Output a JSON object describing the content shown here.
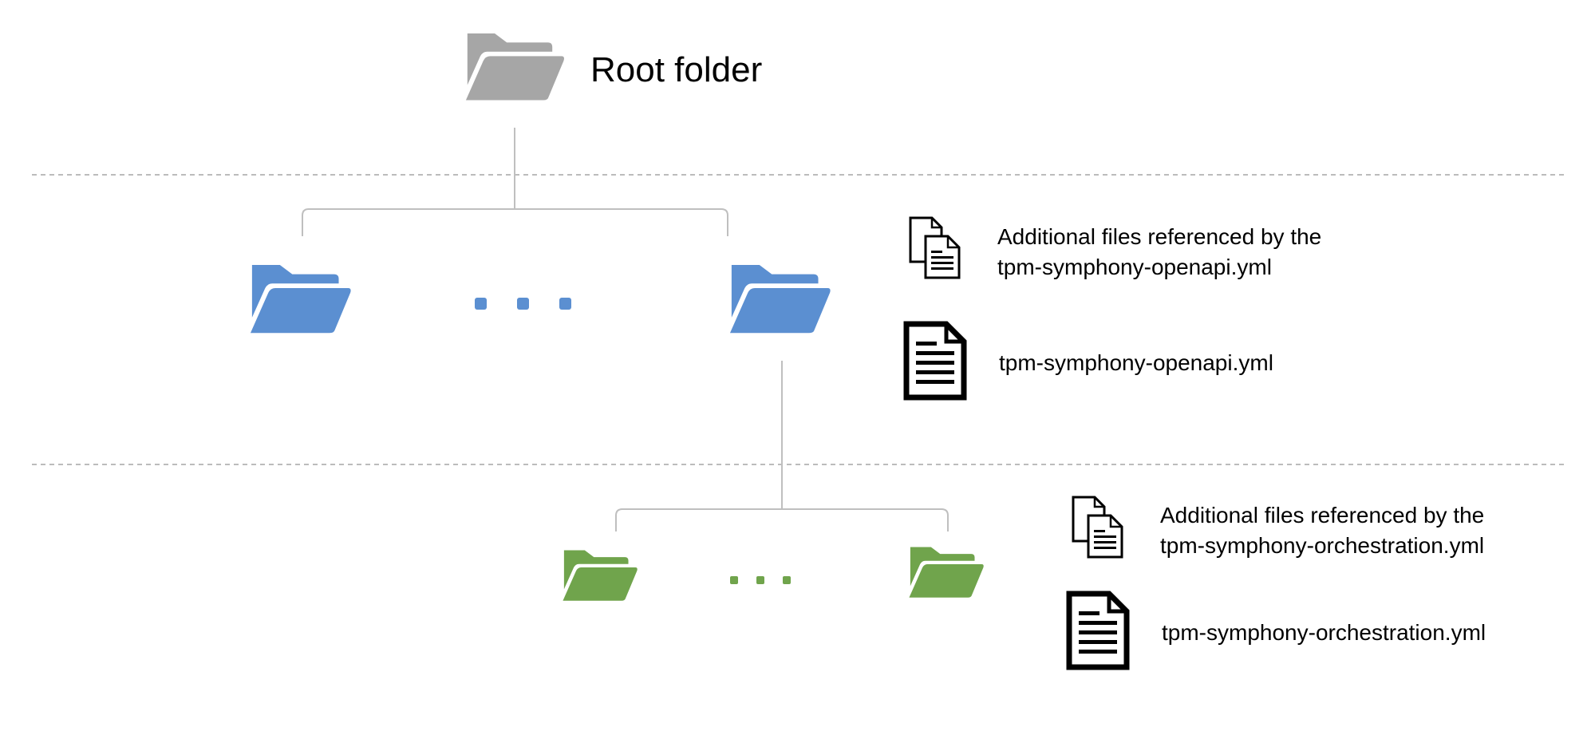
{
  "root": {
    "label": "Root folder",
    "icon": "folder-open-icon",
    "color": "#a6a6a6"
  },
  "levels": [
    {
      "name": "level-1",
      "folder_color": "#5b8fd1",
      "folder_icon": "folder-open-icon",
      "ellipsis": "...",
      "files": [
        {
          "icon": "documents-icon",
          "text_lines": [
            "Additional files referenced by the",
            "tpm-symphony-openapi.yml"
          ]
        },
        {
          "icon": "document-icon",
          "text_lines": [
            "tpm-symphony-openapi.yml"
          ]
        }
      ]
    },
    {
      "name": "level-2",
      "folder_color": "#70a44c",
      "folder_icon": "folder-open-icon",
      "ellipsis": "...",
      "files": [
        {
          "icon": "documents-icon",
          "text_lines": [
            "Additional files referenced by the",
            "tpm-symphony-orchestration.yml"
          ]
        },
        {
          "icon": "document-icon",
          "text_lines": [
            "tpm-symphony-orchestration.yml"
          ]
        }
      ]
    }
  ],
  "colors": {
    "connector": "#bfbfbf",
    "divider": "#a6a6a6"
  }
}
